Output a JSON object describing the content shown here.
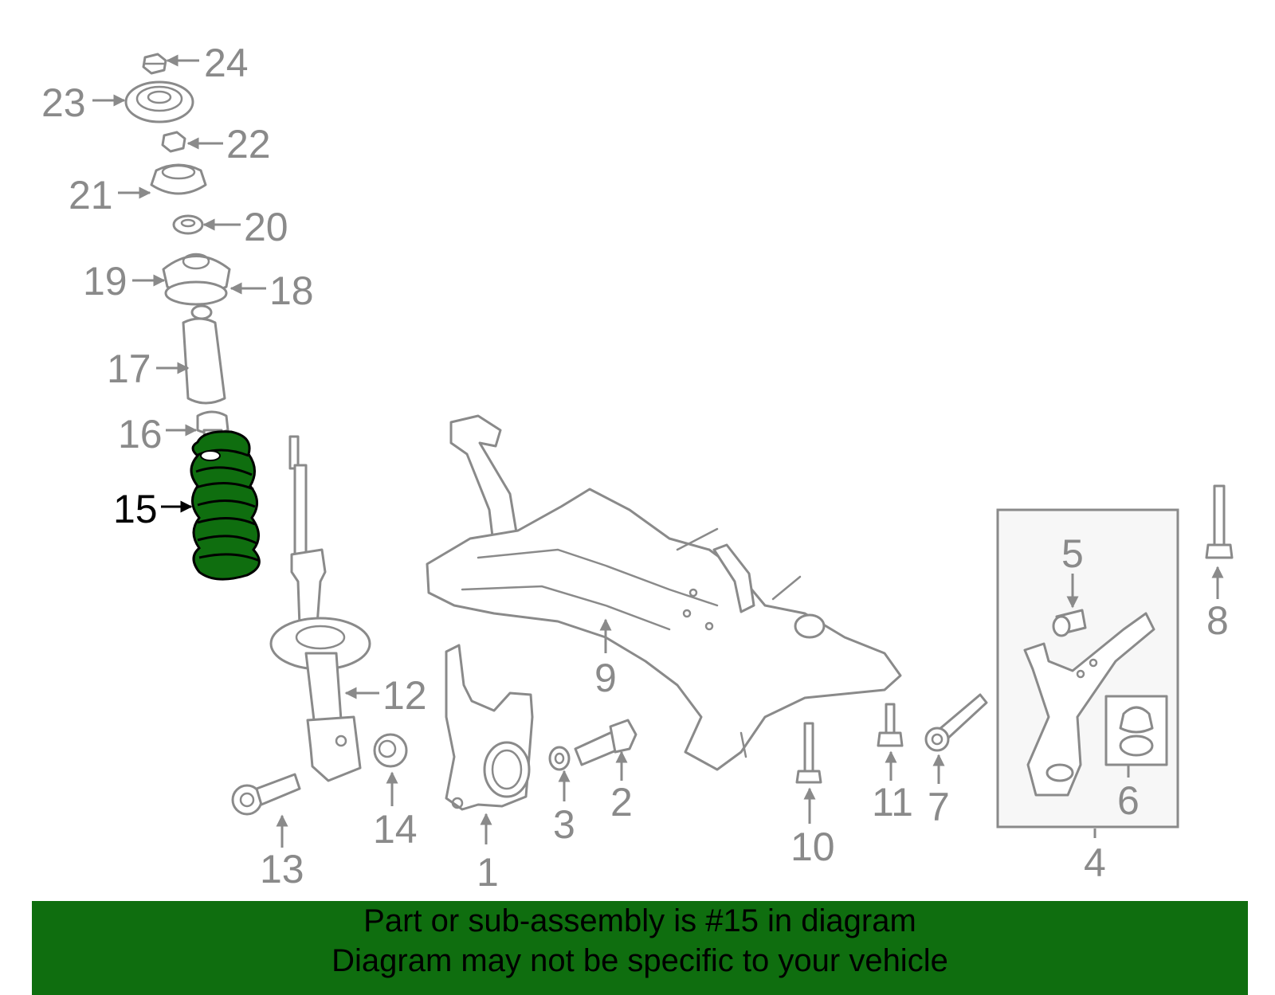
{
  "colors": {
    "highlight": "#0f6e0f",
    "banner_bg": "#0f6e0f",
    "line_gray": "#8a8a8a",
    "text_active": "#000000"
  },
  "highlighted_part": "15",
  "callouts": [
    "1",
    "2",
    "3",
    "4",
    "5",
    "6",
    "7",
    "8",
    "9",
    "10",
    "11",
    "12",
    "13",
    "14",
    "15",
    "16",
    "17",
    "18",
    "19",
    "20",
    "21",
    "22",
    "23",
    "24"
  ],
  "banner": {
    "line1": "Part or sub-assembly is #15 in diagram",
    "line2": "Diagram may not be specific to your vehicle"
  }
}
